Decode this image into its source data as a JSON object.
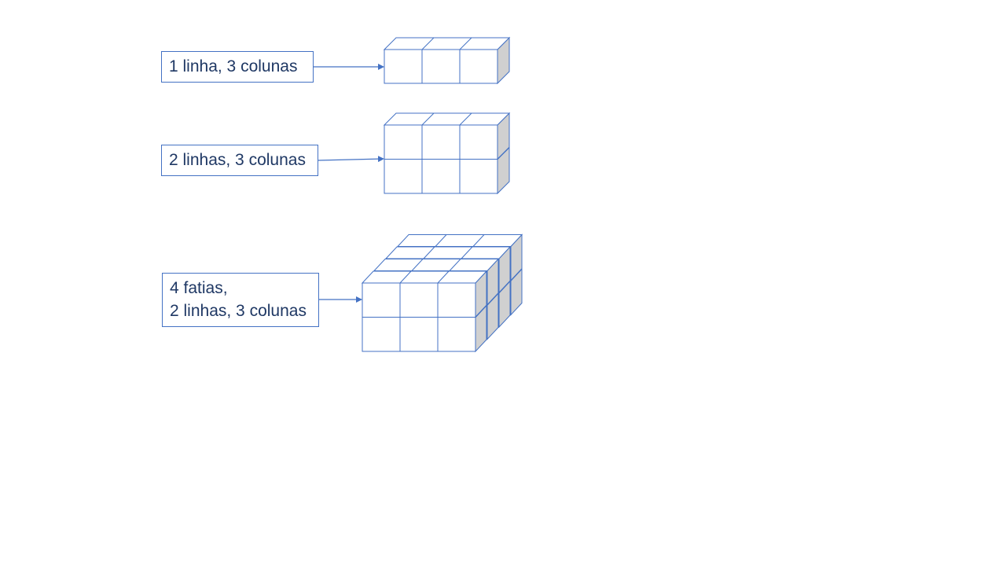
{
  "labels": {
    "first": "1 linha, 3 colunas",
    "second": "2 linhas, 3 colunas",
    "third_line1": "4 fatias,",
    "third_line2": "2 linhas, 3 colunas"
  },
  "structures": [
    {
      "name": "vector",
      "rows": 1,
      "cols": 3,
      "slices": 1
    },
    {
      "name": "matrix",
      "rows": 2,
      "cols": 3,
      "slices": 1
    },
    {
      "name": "tensor",
      "rows": 2,
      "cols": 3,
      "slices": 4
    }
  ],
  "colors": {
    "stroke": "#4472c4",
    "text": "#1f3864",
    "side_fill": "#d0d0d0",
    "face_fill": "#ffffff"
  }
}
